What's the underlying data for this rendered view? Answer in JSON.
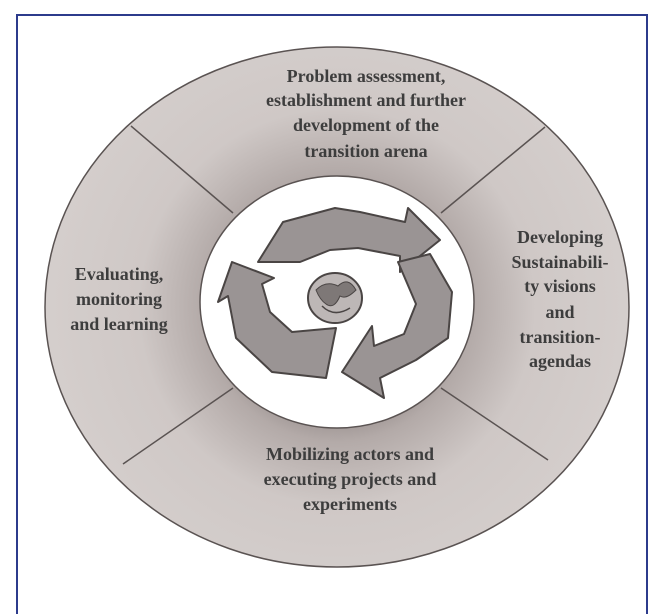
{
  "segments": {
    "top": [
      "Problem assessment,",
      "establishment and further",
      "development of the",
      "transition arena"
    ],
    "right": [
      "Developing",
      "Sustainabili-",
      "ty visions",
      "and",
      "transition-",
      "agendas"
    ],
    "bottom": [
      "Mobilizing actors and",
      "executing projects and",
      "experiments"
    ],
    "left": [
      "Evaluating,",
      "monitoring",
      "and learning"
    ]
  },
  "center_icon": "recycle-icon",
  "globe_icon": "globe-icon",
  "colors": {
    "frame_border": "#2c3b8c",
    "ring_fill": "#cbc3c1",
    "ring_stroke": "#5a5352",
    "arrow_fill": "#9a9494",
    "text": "#3d3d3d"
  }
}
